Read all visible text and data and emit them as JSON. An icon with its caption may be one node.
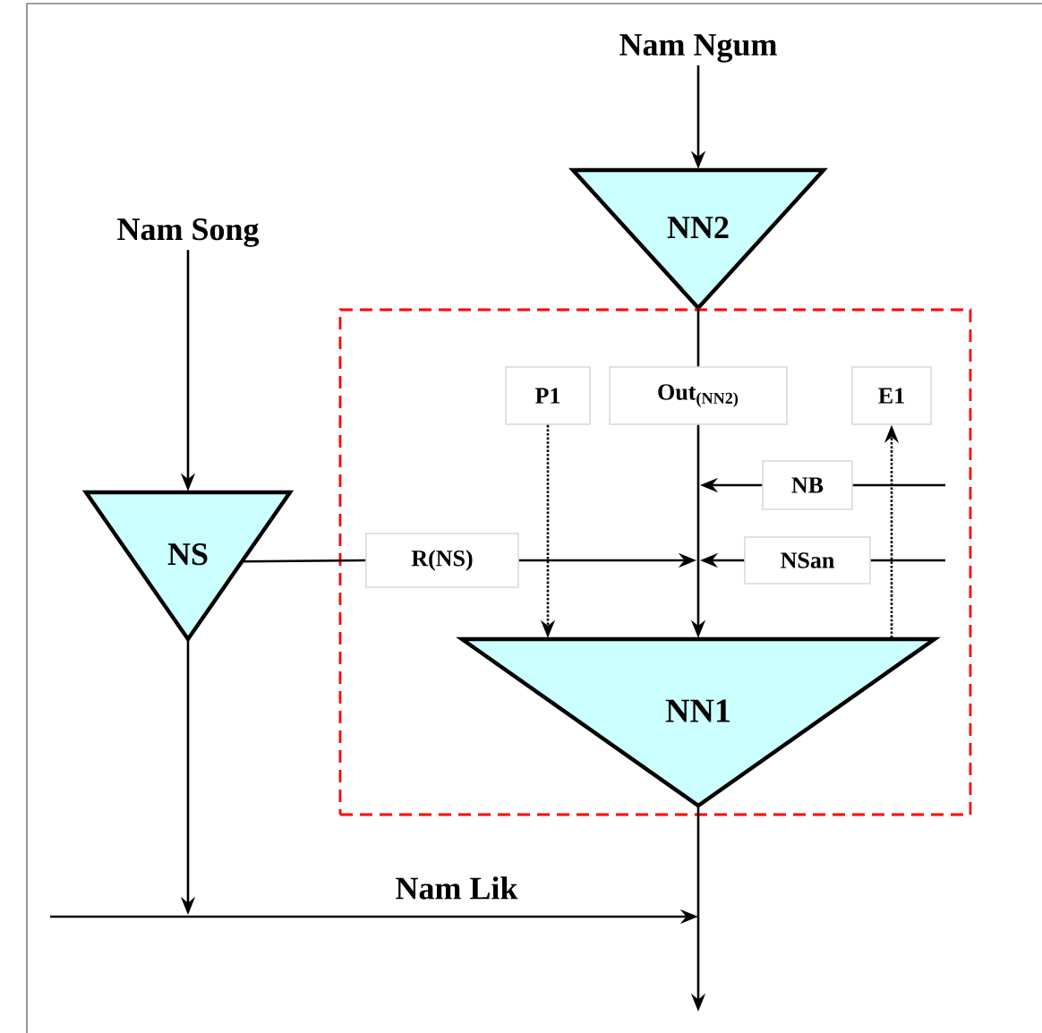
{
  "diagram": {
    "nodes": [
      {
        "text": [
          "Nam Ngum"
        ]
      },
      {
        "text": [
          "NN2"
        ]
      },
      {
        "text": [
          "Nam Song"
        ]
      },
      {
        "text": [
          "NS"
        ]
      },
      {
        "text": [],
        "shape": "box"
      },
      {
        "text": [
          "P1"
        ],
        "in": 4
      },
      {
        "text": [
          "Out$_{(NN2)}$"
        ],
        "in": 4
      },
      {
        "text": [
          "E1"
        ],
        "in": 4
      },
      {
        "text": [
          "NB"
        ],
        "in": 4
      },
      {
        "text": [
          "R(NS)"
        ],
        "in": 4
      },
      {
        "text": [
          "NSan"
        ],
        "in": 4
      },
      {
        "text": [
          "NN1"
        ],
        "in": 4
      }
    ],
    "edges": [
      {
        "from": 0,
        "to": 1,
        "arrow": "to"
      },
      {
        "from": 2,
        "to": 3,
        "arrow": "to"
      },
      {
        "from": 1,
        "to": 6,
        "arrow": "none"
      },
      {
        "from": 6,
        "to": 11,
        "arrow": "to"
      },
      {
        "from": null,
        "to": 8,
        "arrow": "none"
      },
      {
        "from": 8,
        "to": null,
        "arrow": "to"
      },
      {
        "from": 3,
        "to": 9,
        "arrow": "none"
      },
      {
        "from": 9,
        "to": null,
        "arrow": "to"
      },
      {
        "from": null,
        "to": 10,
        "arrow": "none"
      },
      {
        "from": 10,
        "to": null,
        "arrow": "to"
      },
      {
        "from": 5,
        "to": 11,
        "arrow": "to",
        "style": "dashed"
      },
      {
        "from": 11,
        "to": 7,
        "arrow": "to",
        "style": "dashed"
      },
      {
        "from": 3,
        "to": null,
        "arrow": "to"
      },
      {
        "from": null,
        "to": 11,
        "arrow": "to",
        "label": "Nam Lik"
      },
      {
        "from": 11,
        "to": null,
        "arrow": "to"
      }
    ]
  }
}
